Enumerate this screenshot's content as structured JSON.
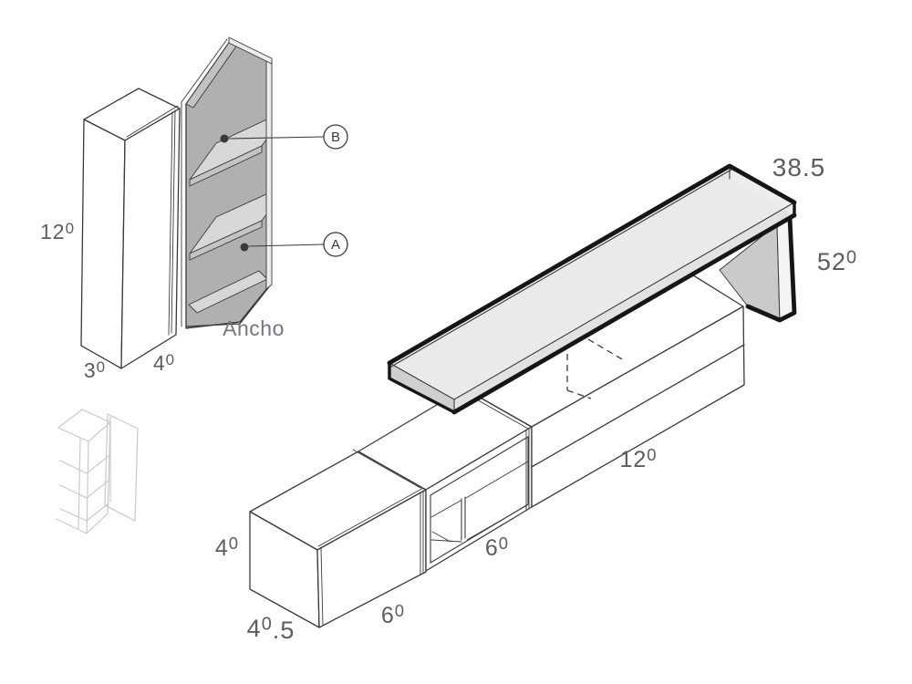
{
  "diagram": {
    "tall_cabinet": {
      "height": "120",
      "depth": "30",
      "width": "40",
      "width_label": "Ancho",
      "callouts": {
        "upper_shelf": "B",
        "lower_shelf": "A"
      }
    },
    "wall_unit": {
      "top_panel_width": "38.5",
      "side_panel_height": "520",
      "left_module": {
        "width": "60",
        "height": "40",
        "depth": "40.5"
      },
      "middle_module": {
        "width": "60"
      },
      "right_module": {
        "width": "120"
      }
    },
    "colors": {
      "line": "#3a3a3a",
      "thick_line": "#161616",
      "label": "#5d5d5d",
      "label_light": "#75757d",
      "back_gray": "#b0b0b0",
      "shelf_light": "#d8d8d8",
      "shelf_edge": "#c4c4c4",
      "plank_top": "#eaeaec",
      "plank_front": "#e2e2e4",
      "plank_cap": "#cfcfd1",
      "leg_gray": "#c9cbc8",
      "ghost": "#c9c9c9"
    }
  }
}
